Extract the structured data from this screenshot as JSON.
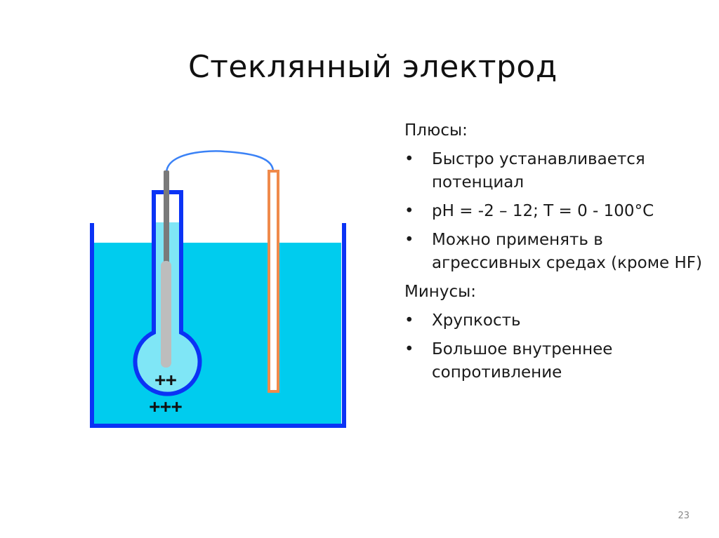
{
  "title": "Стеклянный электрод",
  "diagram": {
    "charges_inner": "++",
    "charges_outer": "+++",
    "colors": {
      "solution": "#00ccee",
      "vessel_wall": "#0b33f5",
      "bulb_fill": "#7fe6f6",
      "inner_tube_fill": "#ffffff",
      "wire": "#3b82f6",
      "reference_electrode": "#f08a4b",
      "conductor_dark": "#7a7a7a",
      "conductor_light": "#bdbdbd"
    }
  },
  "pros": {
    "heading": "Плюсы:",
    "items": [
      "Быстро устанавливается потенциал",
      "pH = -2 – 12; T = 0 - 100°C",
      "Можно применять в агрессивных средах (кроме HF)"
    ]
  },
  "cons": {
    "heading": "Минусы:",
    "items": [
      "Хрупкость",
      "Большое внутреннее сопротивление"
    ]
  },
  "bullet_symbol": "•",
  "page_number": "23"
}
